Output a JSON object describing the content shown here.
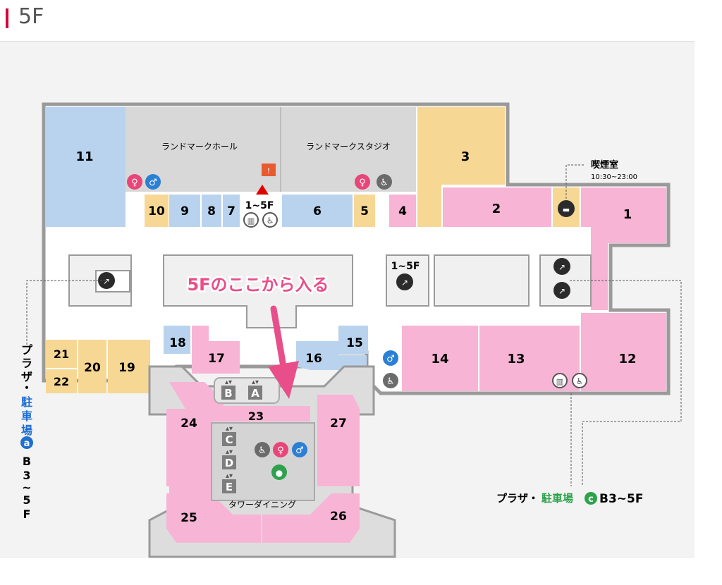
{
  "header": {
    "floor_label": "5F",
    "accent_color": "#d6003a"
  },
  "colors": {
    "blue": "#b9d3ef",
    "yellow": "#f7d794",
    "pink": "#f7b4d5",
    "gray_hall": "#d8d8d8",
    "corridor": "#ffffff",
    "outline": "#9a9a9a",
    "annotation": "#e84f8a"
  },
  "halls": {
    "landmark_hall": "ランドマークホール",
    "landmark_studio": "ランドマークスタジオ",
    "tower_dining": "タワーダイニング"
  },
  "stores": [
    "1",
    "2",
    "3",
    "4",
    "5",
    "6",
    "7",
    "8",
    "9",
    "10",
    "11",
    "12",
    "13",
    "14",
    "15",
    "16",
    "17",
    "18",
    "19",
    "20",
    "21",
    "22",
    "23",
    "24",
    "25",
    "26",
    "27"
  ],
  "elevators": {
    "a": "A",
    "b": "B",
    "c": "C",
    "d": "D",
    "e": "E"
  },
  "labels": {
    "floors_1_5": "1~5F",
    "smoking_room": "喫煙室",
    "smoking_hours": "10:30~23:00"
  },
  "parking": {
    "plaza_prefix": "プラザ・",
    "parking_word": "駐車場",
    "left_badge": "a",
    "left_floors": [
      "B",
      "3",
      "~",
      "5",
      "F"
    ],
    "left_vertical": [
      "プ",
      "ラ",
      "ザ",
      "・"
    ],
    "left_vertical_parking": [
      "駐",
      "車",
      "場"
    ],
    "right_badge": "c",
    "right_floors": "B3~5F"
  },
  "annotation": {
    "text": "5Fのここから入る"
  },
  "icons": [
    "women-restroom-icon",
    "men-restroom-icon",
    "accessible-icon",
    "escalator-icon",
    "smoking-icon",
    "elevator-icon",
    "nursing-room-icon",
    "emergency-icon",
    "atm-icon"
  ]
}
